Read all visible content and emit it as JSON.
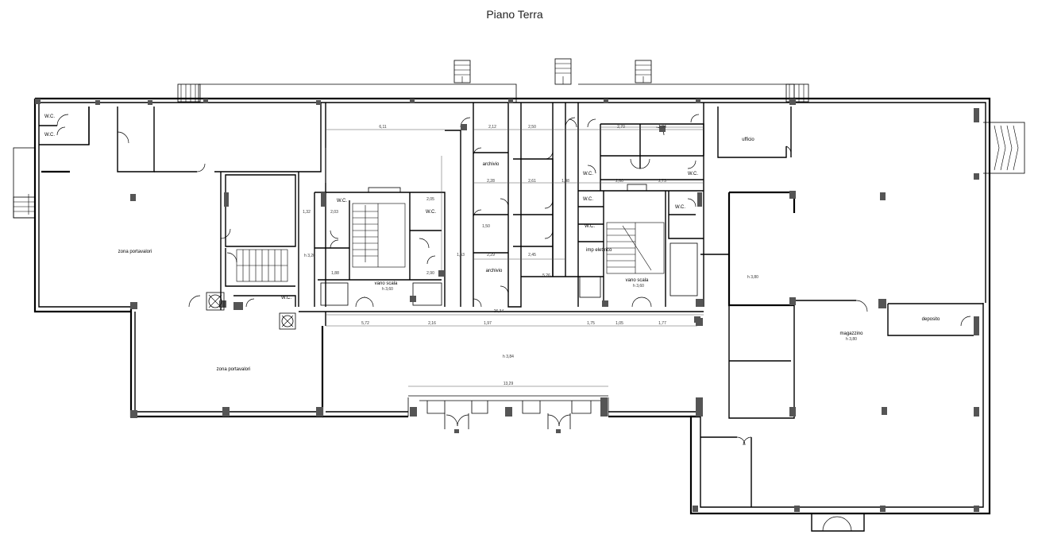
{
  "title": "Piano Terra",
  "rooms": {
    "wc": "W.C.",
    "zona_portavalori": "zona portavalori",
    "vano_scala": "vano scala",
    "archivio": "archivio",
    "imp_elettrico": "imp elettrico",
    "ufficio": "ufficio",
    "magazzino": "magazzino",
    "deposito": "deposito"
  },
  "levels": {
    "vano_scala_left": "h 3,60",
    "vano_scala_right": "h 3,60",
    "hall": "h 3,84",
    "right_block": "h 3,80",
    "magazzino": "h 3,80",
    "left_mid": "h 3,20"
  },
  "dimensions": {
    "top_span": "6,11",
    "stair_w1": "2,03",
    "stair_w2": "2,05",
    "arch_1": "2,12",
    "arch_2": "2,50",
    "arch_3": "2,28",
    "arch_4": "2,61",
    "arch_5": "1,48",
    "wc_r1": "2,70",
    "wc_r2": "1,34",
    "wc_r3": "2,60",
    "wc_r4": "2,73",
    "hall_total": "26,34",
    "hall_a": "5,72",
    "hall_b": "2,16",
    "hall_c": "1,97",
    "hall_d": "1,75",
    "hall_e": "1,05",
    "hall_f": "1,77",
    "entrance": "13,29",
    "small_1": "1,53",
    "small_2": "2,29",
    "small_3": "2,45",
    "small_4": "5,26",
    "small_5": "1,88",
    "small_6": "2,90",
    "small_7": "1,50",
    "small_8": "1,32"
  }
}
